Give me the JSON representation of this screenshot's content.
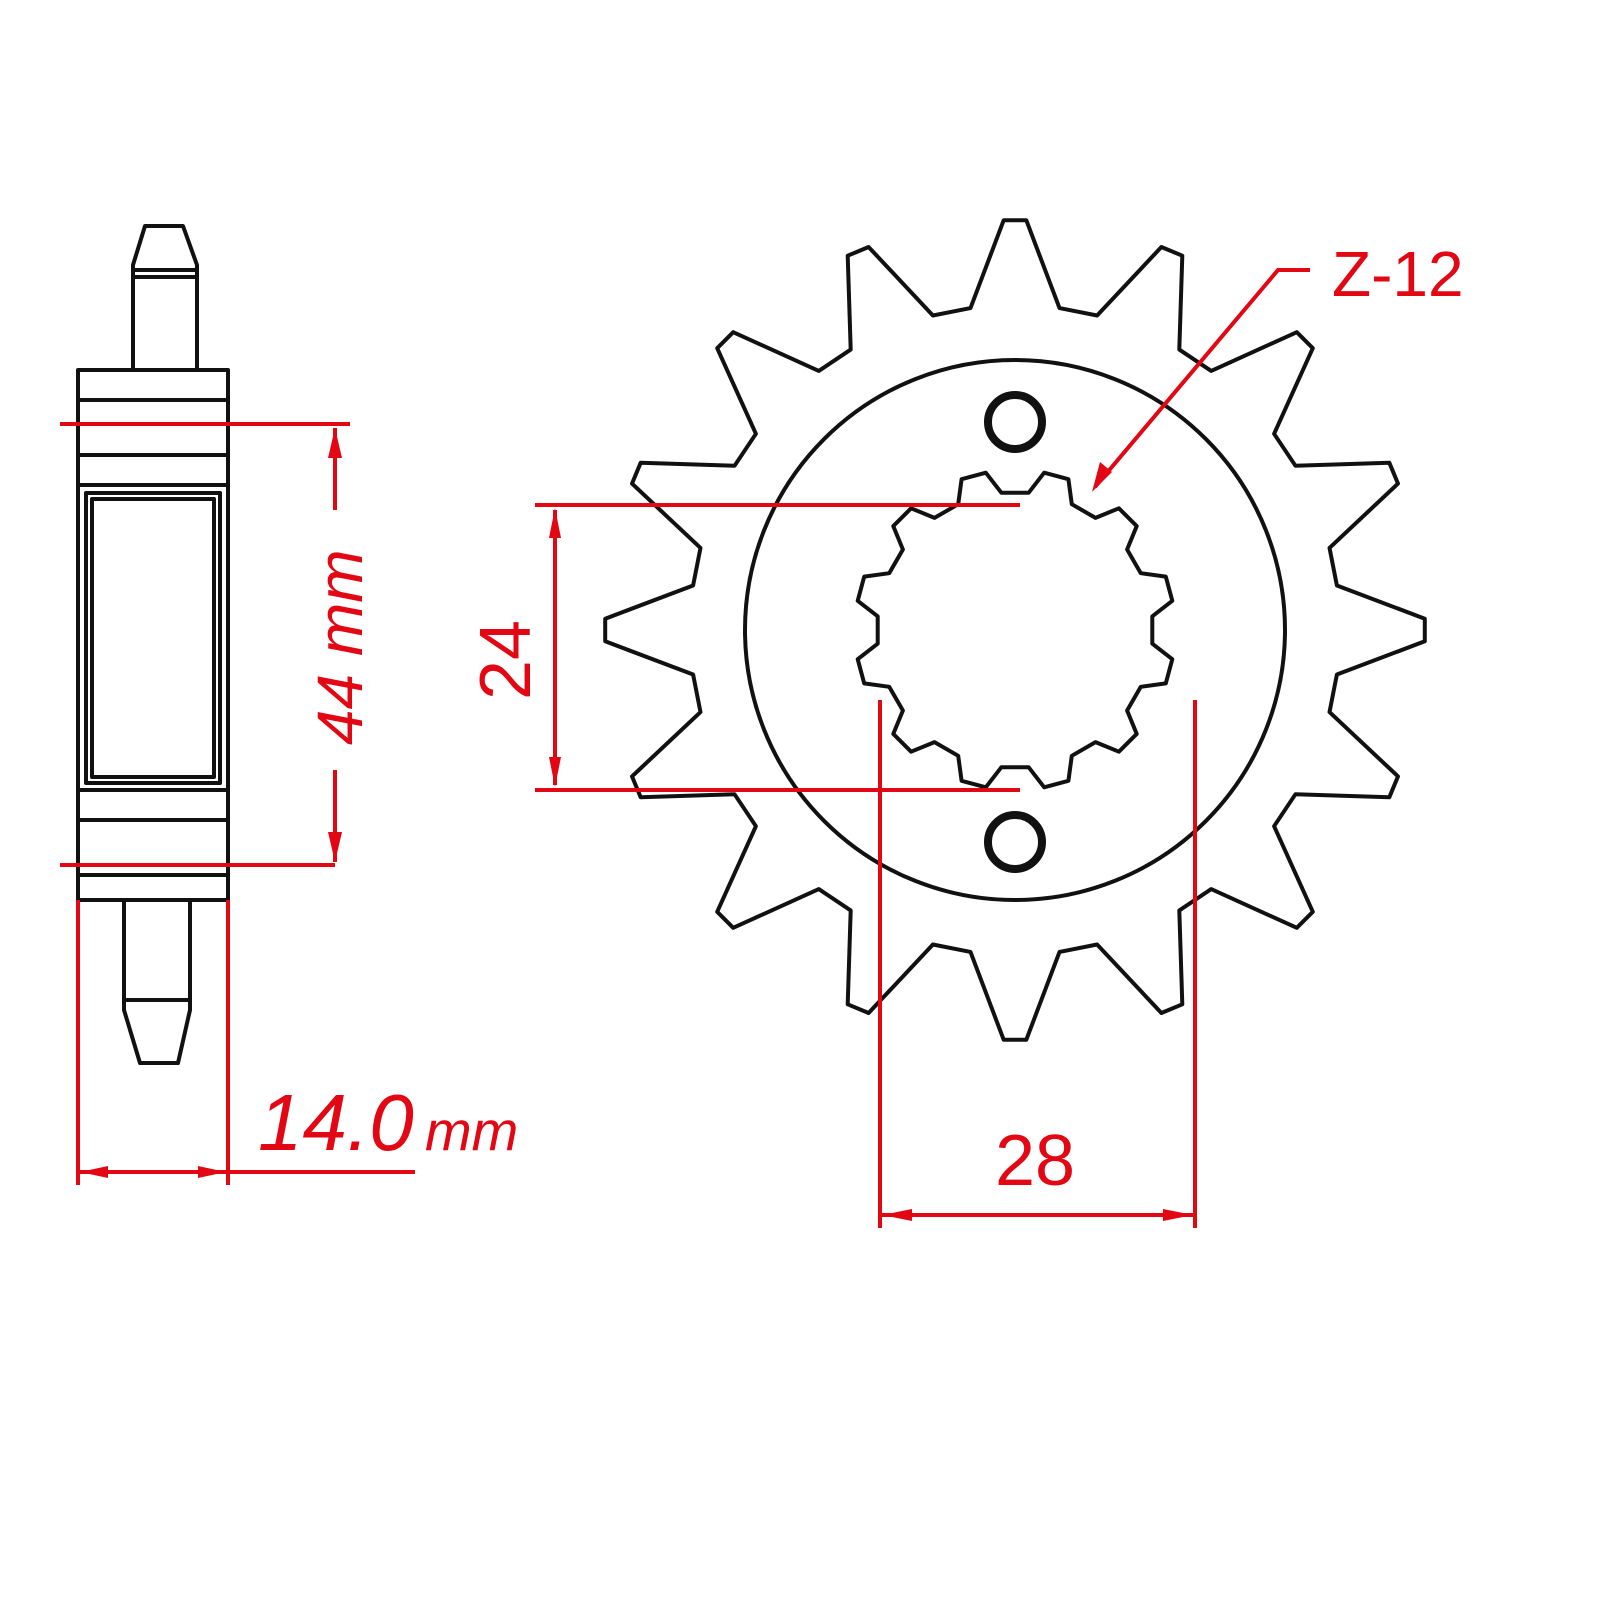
{
  "drawing": {
    "title": "Front sprocket technical drawing",
    "line_color": "#111111",
    "dimension_color": "#e30613",
    "sprocket": {
      "outer_teeth_count": 16,
      "spline_teeth_count": 12,
      "bolt_holes": 2
    },
    "dimensions": {
      "bolt_hole_spacing": {
        "value": "44",
        "unit": "mm",
        "label": "44 mm"
      },
      "thickness": {
        "value": "14.0",
        "unit": "mm",
        "label": "14.0",
        "unit_label": "mm"
      },
      "spline_inner_diameter": {
        "label": "24"
      },
      "spline_outer_diameter": {
        "label": "28"
      },
      "spline_count_callout": {
        "label": "Z-12"
      }
    }
  }
}
